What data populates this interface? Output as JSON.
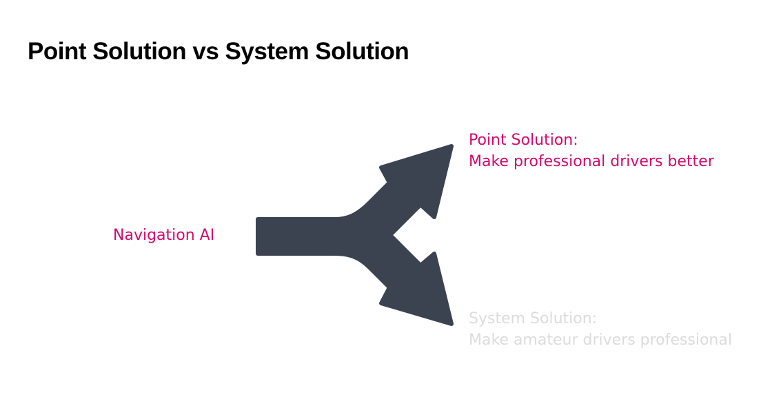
{
  "slide": {
    "title": "Point Solution vs System Solution"
  },
  "diagram": {
    "source_label": "Navigation AI",
    "branches": [
      {
        "heading": "Point Solution:",
        "description": "Make professional drivers better",
        "state": "highlighted"
      },
      {
        "heading": "System Solution:",
        "description": "Make amateur drivers professional",
        "state": "dimmed"
      }
    ],
    "icon": "split-arrow-icon"
  },
  "colors": {
    "title": "#000000",
    "accent": "#d4086c",
    "dimmed": "#dcdcdc",
    "arrow": "#3b4350",
    "background": "#ffffff"
  }
}
